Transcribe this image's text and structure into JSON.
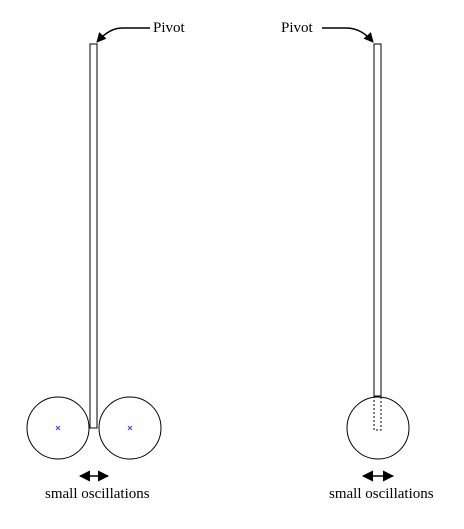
{
  "labels": {
    "left_pivot": "Pivot",
    "right_pivot": "Pivot",
    "left_caption": "small oscillations",
    "right_caption": "small oscillations"
  },
  "colors": {
    "stroke": "#000000",
    "center_mark": "#3a3aff",
    "background": "#ffffff"
  },
  "icons": {
    "oscillation_arrow": "double-headed-arrow-icon",
    "pivot_pointer": "curved-arrow-icon",
    "center_mark": "x-mark-icon"
  }
}
